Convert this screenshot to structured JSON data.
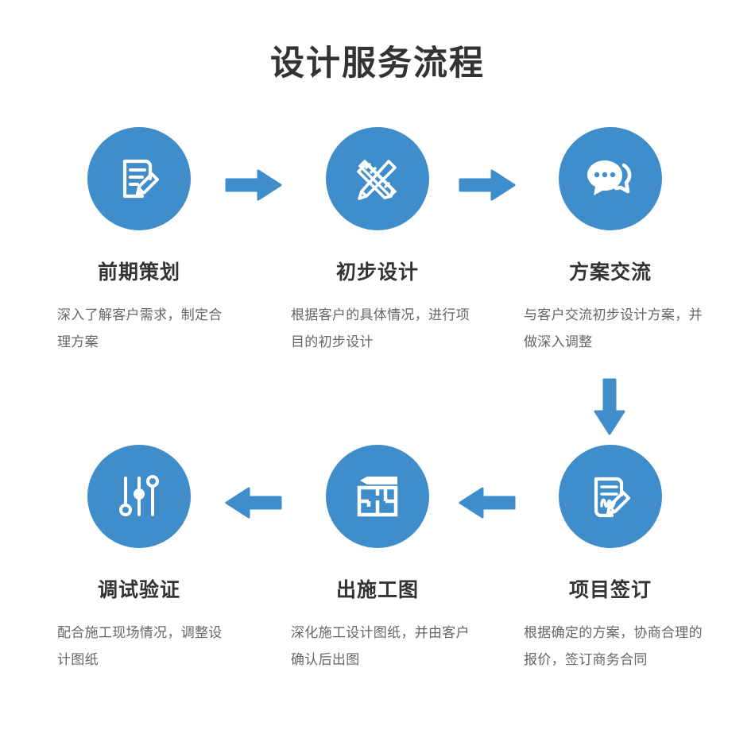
{
  "header": {
    "title": "设计服务流程"
  },
  "accent_color": "#3f8ecb",
  "title_color": "#333333",
  "desc_color": "#666666",
  "steps": [
    {
      "index": 1,
      "icon": "document-pencil-icon",
      "title": "前期策划",
      "desc": "深入了解客户需求，制定合理方案"
    },
    {
      "index": 2,
      "icon": "pencil-ruler-icon",
      "title": "初步设计",
      "desc": "根据客户的具体情况，进行项目的初步设计"
    },
    {
      "index": 3,
      "icon": "chat-bubbles-icon",
      "title": "方案交流",
      "desc": "与客户交流初步设计方案，并做深入调整"
    },
    {
      "index": 4,
      "icon": "signed-contract-icon",
      "title": "项目签订",
      "desc": "根据确定的方案，协商合理的报价，签订商务合同"
    },
    {
      "index": 5,
      "icon": "floor-plan-pencil-icon",
      "title": "出施工图",
      "desc": "深化施工设计图纸，并由客户确认后出图"
    },
    {
      "index": 6,
      "icon": "sliders-icon",
      "title": "调试验证",
      "desc": "配合施工现场情况，调整设计图纸"
    }
  ],
  "arrows": [
    {
      "name": "arrow-right-1",
      "direction": "right"
    },
    {
      "name": "arrow-right-2",
      "direction": "right"
    },
    {
      "name": "arrow-down-1",
      "direction": "down"
    },
    {
      "name": "arrow-left-1",
      "direction": "left"
    },
    {
      "name": "arrow-left-2",
      "direction": "left"
    }
  ]
}
